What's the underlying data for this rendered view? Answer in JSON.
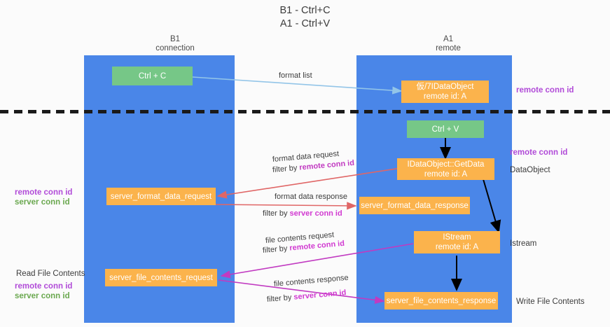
{
  "title": "B1 - Ctrl+C\nA1 - Ctrl+V",
  "columns": [
    {
      "name": "B1",
      "sub": "connection",
      "header": "B1\nconnection"
    },
    {
      "name": "A1",
      "sub": "remote",
      "header": "A1\nremote"
    }
  ],
  "boxes": {
    "ctrl_c": {
      "label": "Ctrl + C",
      "color": "#76c787"
    },
    "ctrl_v": {
      "label": "Ctrl + V",
      "color": "#76c787"
    },
    "data_object_remote": {
      "line1": "仮/7IDataObject",
      "line2": "remote id: A",
      "color": "#fbb34c"
    },
    "idataobject_getdata": {
      "line1": "IDataObject::GetData",
      "line2": "remote id: A",
      "color": "#fbb34c"
    },
    "server_format_data_request": {
      "line1": "server_format_data_request",
      "color": "#fbb34c"
    },
    "server_format_data_response": {
      "line1": "server_format_data_response",
      "color": "#fbb34c"
    },
    "istream": {
      "line1": "IStream",
      "line2": "remote id: A",
      "color": "#fbb34c"
    },
    "server_file_contents_request": {
      "line1": "server_file_contents_request",
      "color": "#fbb34c"
    },
    "server_file_contents_response": {
      "line1": "server_file_contents_response",
      "color": "#fbb34c"
    }
  },
  "flows": {
    "format_list": {
      "line1": "format list"
    },
    "format_data_request": {
      "line1": "format data request",
      "line2_prefix": "filter by ",
      "line2_em": "remote conn id"
    },
    "format_data_response": {
      "line1": "format data response",
      "line2_prefix": "filter by ",
      "line2_em": "server conn id"
    },
    "file_contents_request": {
      "line1": "file contents request",
      "line2_prefix": "filter by ",
      "line2_em": "remote conn id"
    },
    "file_contents_response": {
      "line1": "file contents response",
      "line2_prefix": "filter by ",
      "line2_em": "server conn id"
    }
  },
  "right_labels": {
    "remote_conn_id_top": "remote conn id",
    "remote_conn_id_mid": "remote conn id",
    "data_object": "DataObject",
    "istream": "Istream",
    "write_file_contents": "Write File Contents"
  },
  "left_labels": {
    "remote_conn_id_mid": "remote conn id",
    "server_conn_id_mid": "server conn id",
    "read_file_contents": "Read File Contents",
    "remote_conn_id_bot": "remote conn id",
    "server_conn_id_bot": "server conn id"
  },
  "colors": {
    "lane": "#4a86e8",
    "green_box": "#76c787",
    "orange_box": "#fbb34c",
    "purple_label": "#b14bd8",
    "green_label": "#6aa84f",
    "arrow_blue": "#93c5e8",
    "arrow_red": "#e06666",
    "arrow_magenta": "#c13ac1",
    "arrow_black": "#000000",
    "divider": "#1a1a1a"
  }
}
